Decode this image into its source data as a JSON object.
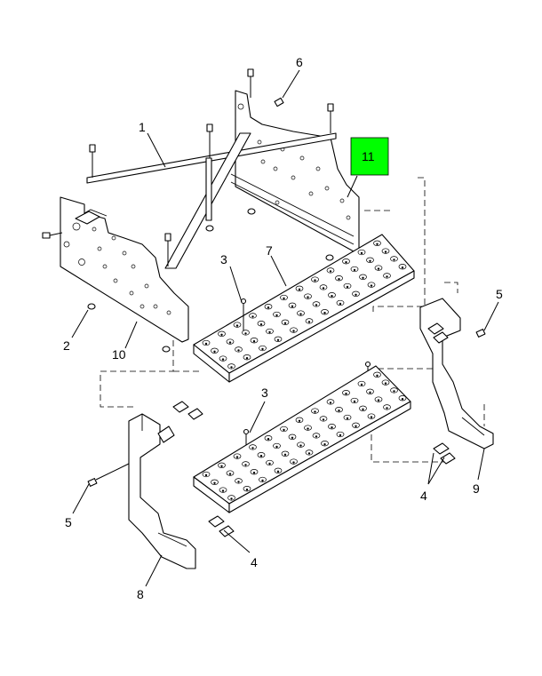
{
  "diagram": {
    "highlight_color": "#00ff00",
    "callouts": [
      {
        "id": "c1",
        "text": "1"
      },
      {
        "id": "c2",
        "text": "2"
      },
      {
        "id": "c3a",
        "text": "3"
      },
      {
        "id": "c3b",
        "text": "3"
      },
      {
        "id": "c4a",
        "text": "4"
      },
      {
        "id": "c4b",
        "text": "4"
      },
      {
        "id": "c5a",
        "text": "5"
      },
      {
        "id": "c5b",
        "text": "5"
      },
      {
        "id": "c6",
        "text": "6"
      },
      {
        "id": "c7",
        "text": "7"
      },
      {
        "id": "c8",
        "text": "8"
      },
      {
        "id": "c9",
        "text": "9"
      },
      {
        "id": "c10",
        "text": "10"
      },
      {
        "id": "c11",
        "text": "11"
      }
    ]
  }
}
